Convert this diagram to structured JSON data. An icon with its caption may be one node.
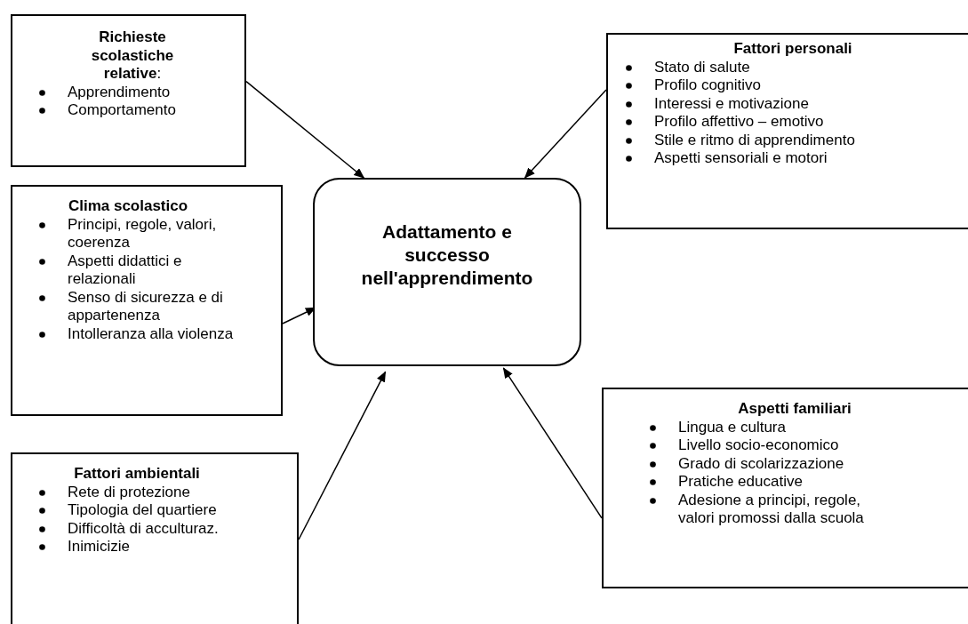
{
  "diagram": {
    "nodes": [
      {
        "text": [
          "**Richieste scolastiche relative**:",
          "Apprendimento",
          "Comportamento"
        ]
      },
      {
        "text": [
          "Clima scolastico",
          "Principi, regole, valori, coerenza",
          "Aspetti didattici e relazionali",
          "Senso di sicurezza e di appartenenza",
          "Intolleranza alla violenza"
        ]
      },
      {
        "text": [
          "Fattori ambientali",
          "Rete di protezione",
          "Tipologia del quartiere",
          "Difficoltà di acculturaz.",
          "Inimicizie"
        ]
      },
      {
        "text": [
          "Adattamento e successo nell'apprendimento"
        ]
      },
      {
        "text": [
          "Fattori personali",
          "Stato di salute",
          "Profilo cognitivo",
          "Interessi e motivazione",
          "Profilo affettivo – emotivo",
          "Stile e ritmo di apprendimento",
          "Aspetti sensoriali e motori"
        ]
      },
      {
        "text": [
          "Aspetti familiari",
          "Lingua e cultura",
          "Livello socio-economico",
          "Grado di scolarizzazione",
          "Pratiche educative",
          "Adesione a principi, regole, valori promossi dalla scuola"
        ]
      }
    ],
    "edges": [
      {
        "from": 0,
        "to": 3,
        "arrow": "to"
      },
      {
        "from": 4,
        "to": 3,
        "arrow": "to"
      },
      {
        "from": 1,
        "to": 3,
        "arrow": "to"
      },
      {
        "from": 2,
        "to": 3,
        "arrow": "to"
      },
      {
        "from": 5,
        "to": 3,
        "arrow": "to"
      }
    ]
  }
}
